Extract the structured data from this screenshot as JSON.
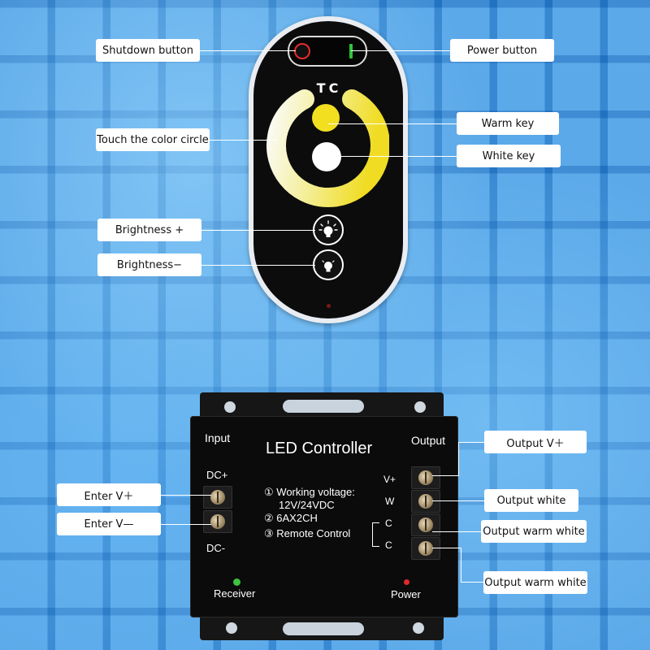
{
  "remote": {
    "logo": "TC",
    "labels": {
      "shutdown": "Shutdown button",
      "power": "Power button",
      "color_circle": "Touch the color circle",
      "warm_key": "Warm key",
      "white_key": "White key",
      "brightness_up": "Brightness +",
      "brightness_down": "Brightness−"
    },
    "colors": {
      "warm": "#f2e020",
      "white": "#ffffff",
      "ring_cool": "#f4f3e8"
    }
  },
  "controller": {
    "title": "LED Controller",
    "input_label": "Input",
    "output_label": "Output",
    "dc_plus": "DC+",
    "dc_minus": "DC-",
    "specs": [
      {
        "num": "①",
        "text": "Working voltage:"
      },
      {
        "num": "",
        "text": "12V/24VDC"
      },
      {
        "num": "②",
        "text": "6AX2CH"
      },
      {
        "num": "③",
        "text": "Remote Control"
      }
    ],
    "terminal_labels": [
      "V+",
      "W",
      "C",
      "C"
    ],
    "receiver": "Receiver",
    "power": "Power",
    "callouts": {
      "enter_v_plus": "Enter V＋",
      "enter_v_minus": "Enter V—",
      "output_v_plus": "Output V＋",
      "output_white": "Output white",
      "output_warm_white_1": "Output warm white",
      "output_warm_white_2": "Output warm white"
    },
    "colors": {
      "receiver_led": "#3fc23f",
      "power_led": "#e02a2a"
    }
  }
}
